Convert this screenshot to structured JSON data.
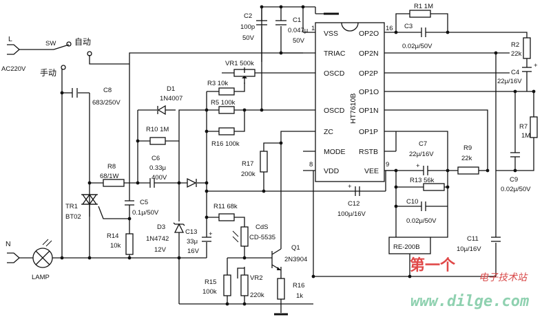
{
  "ic": {
    "name": "HT7610B",
    "pin_left": [
      "VSS",
      "TRIAC",
      "OSCD",
      "OSCD",
      "ZC",
      "MODE",
      "VDD"
    ],
    "pin_right": [
      "OP2O",
      "OP2N",
      "OP2P",
      "OP1O",
      "OP1N",
      "OP1P",
      "RSTB",
      "VEE"
    ],
    "pin1": "1",
    "pin8": "8",
    "pin9": "9",
    "pin16": "16"
  },
  "mains": {
    "L": "L",
    "ac": "AC220V",
    "N": "N",
    "lamp": "LAMP"
  },
  "switch": {
    "sw": "SW",
    "auto": "自动",
    "manual": "手动"
  },
  "parts": {
    "C1": [
      "C1",
      "0.047μ",
      "50V"
    ],
    "C2": [
      "C2",
      "100p",
      "50V"
    ],
    "R1": "R1  1M",
    "C3": [
      "C3",
      "0.02μ/50V"
    ],
    "R2": [
      "R2",
      "22k"
    ],
    "C4": [
      "C4",
      "22μ/16V"
    ],
    "R7": [
      "R7",
      "1M"
    ],
    "C9": [
      "C9",
      "0.02μ/50V"
    ],
    "R9": [
      "R9",
      "22k"
    ],
    "C7": [
      "C7",
      "22μ/16V"
    ],
    "R13": "R13  56k",
    "C10": [
      "C10",
      "0.02μ/50V"
    ],
    "C11": [
      "C11",
      "10μ/16V"
    ],
    "C12": [
      "C12",
      "100μ/16V"
    ],
    "RE": "RE-200B",
    "VR1": "VR1  500k",
    "R3": "R3  10k",
    "R5": "R5  100k",
    "R16": "R16  100k",
    "D1": [
      "D1",
      "1N4007"
    ],
    "R10": "R10  1M",
    "C6": [
      "C6",
      "0.33μ",
      "400V"
    ],
    "C8": [
      "C8",
      "683/250V"
    ],
    "R8": [
      "R8",
      "68/1W"
    ],
    "TR1": [
      "TR1",
      "BT02"
    ],
    "C5": [
      "C5",
      "0.1μ/50V"
    ],
    "R14": [
      "R14",
      "10k"
    ],
    "D3": [
      "D3",
      "1N4742",
      "12V"
    ],
    "C13": [
      "C13",
      "33μ",
      "16V"
    ],
    "R11": "R11  68k",
    "CdS": [
      "CdS",
      "CD-5535"
    ],
    "R17": [
      "R17",
      "200k"
    ],
    "Q1": [
      "Q1",
      "2N3904"
    ],
    "R15": [
      "R15",
      "100k"
    ],
    "VR2": [
      "VR2",
      "220k"
    ],
    "R16b": [
      "R16",
      "1k"
    ]
  },
  "watermark": {
    "line1": "第一个",
    "line2": "电子技术站",
    "line3": "www.dilge.com"
  }
}
